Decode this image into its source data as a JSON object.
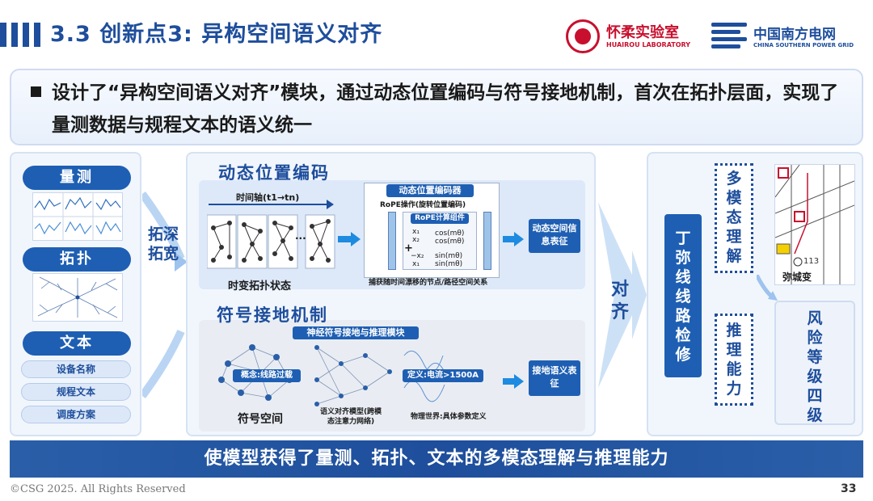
{
  "header": {
    "title": "3.3 创新点3: 异构空间语义对齐",
    "logos": {
      "huairou_cn": "怀柔实验室",
      "huairou_en": "HUAIROU LABORATORY",
      "csg_cn": "中国南方电网",
      "csg_en": "CHINA SOUTHERN POWER GRID"
    }
  },
  "statement": {
    "text": "设计了“异构空间语义对齐”模块，通过动态位置编码与符号接地机制，首次在拓扑层面，实现了量测数据与规程文本的语义统一"
  },
  "left_panel": {
    "measure_label": "量测",
    "topology_label": "拓扑",
    "text_label": "文本",
    "text_items": [
      "设备名称",
      "规程文本",
      "调度方案"
    ]
  },
  "deepen_label": "拓深拓宽",
  "middle_panel": {
    "section_a": {
      "title": "动态位置编码",
      "time_axis": "时间轴(t1→tn)",
      "ellipsis": "···",
      "encoder_title": "动态位置编码器",
      "rope_op": "RoPE操作(旋转位置编码)",
      "rope_component": "RoPE计算组件",
      "math_x1": "x₁",
      "math_x2": "x₂",
      "math_cos": "cos(mθ)",
      "math_sin": "sin(mθ)",
      "math_neg_x2": "−x₂",
      "math_x1b": "x₁",
      "state_label": "时变拓扑状态",
      "capture_label": "捕获随时间漂移的节点/路径空间关系",
      "output_label": "动态空间信息表征"
    },
    "section_b": {
      "title": "符号接地机制",
      "module_title": "神经符号接地与推理模块",
      "concept_label": "概念:线路过载",
      "definition_label": "定义:电流>1500A",
      "symbol_space": "符号空间",
      "model_label": "语义对齐模型(跨模态注意力网络)",
      "physical_label": "物理世界:具体参数定义",
      "output_label": "接地语义表征"
    }
  },
  "align_label": "对齐",
  "right_panel": {
    "task_label": "丁弥线线路检修",
    "multimodal_label": "多模态理解",
    "reasoning_label": "推理能力",
    "risk_label": "风险等级四级",
    "map_station": "弥城变",
    "map_number": "113"
  },
  "banner": {
    "text": "使模型获得了量测、拓扑、文本的多模态理解与推理能力"
  },
  "footer": {
    "copyright": "©CSG 2025. All Rights Reserved",
    "page_number": "33"
  },
  "colors": {
    "primary": "#1e4e9c",
    "accent": "#1e5fb3",
    "arrow": "#1e8be0",
    "logo_red": "#c8102e"
  }
}
